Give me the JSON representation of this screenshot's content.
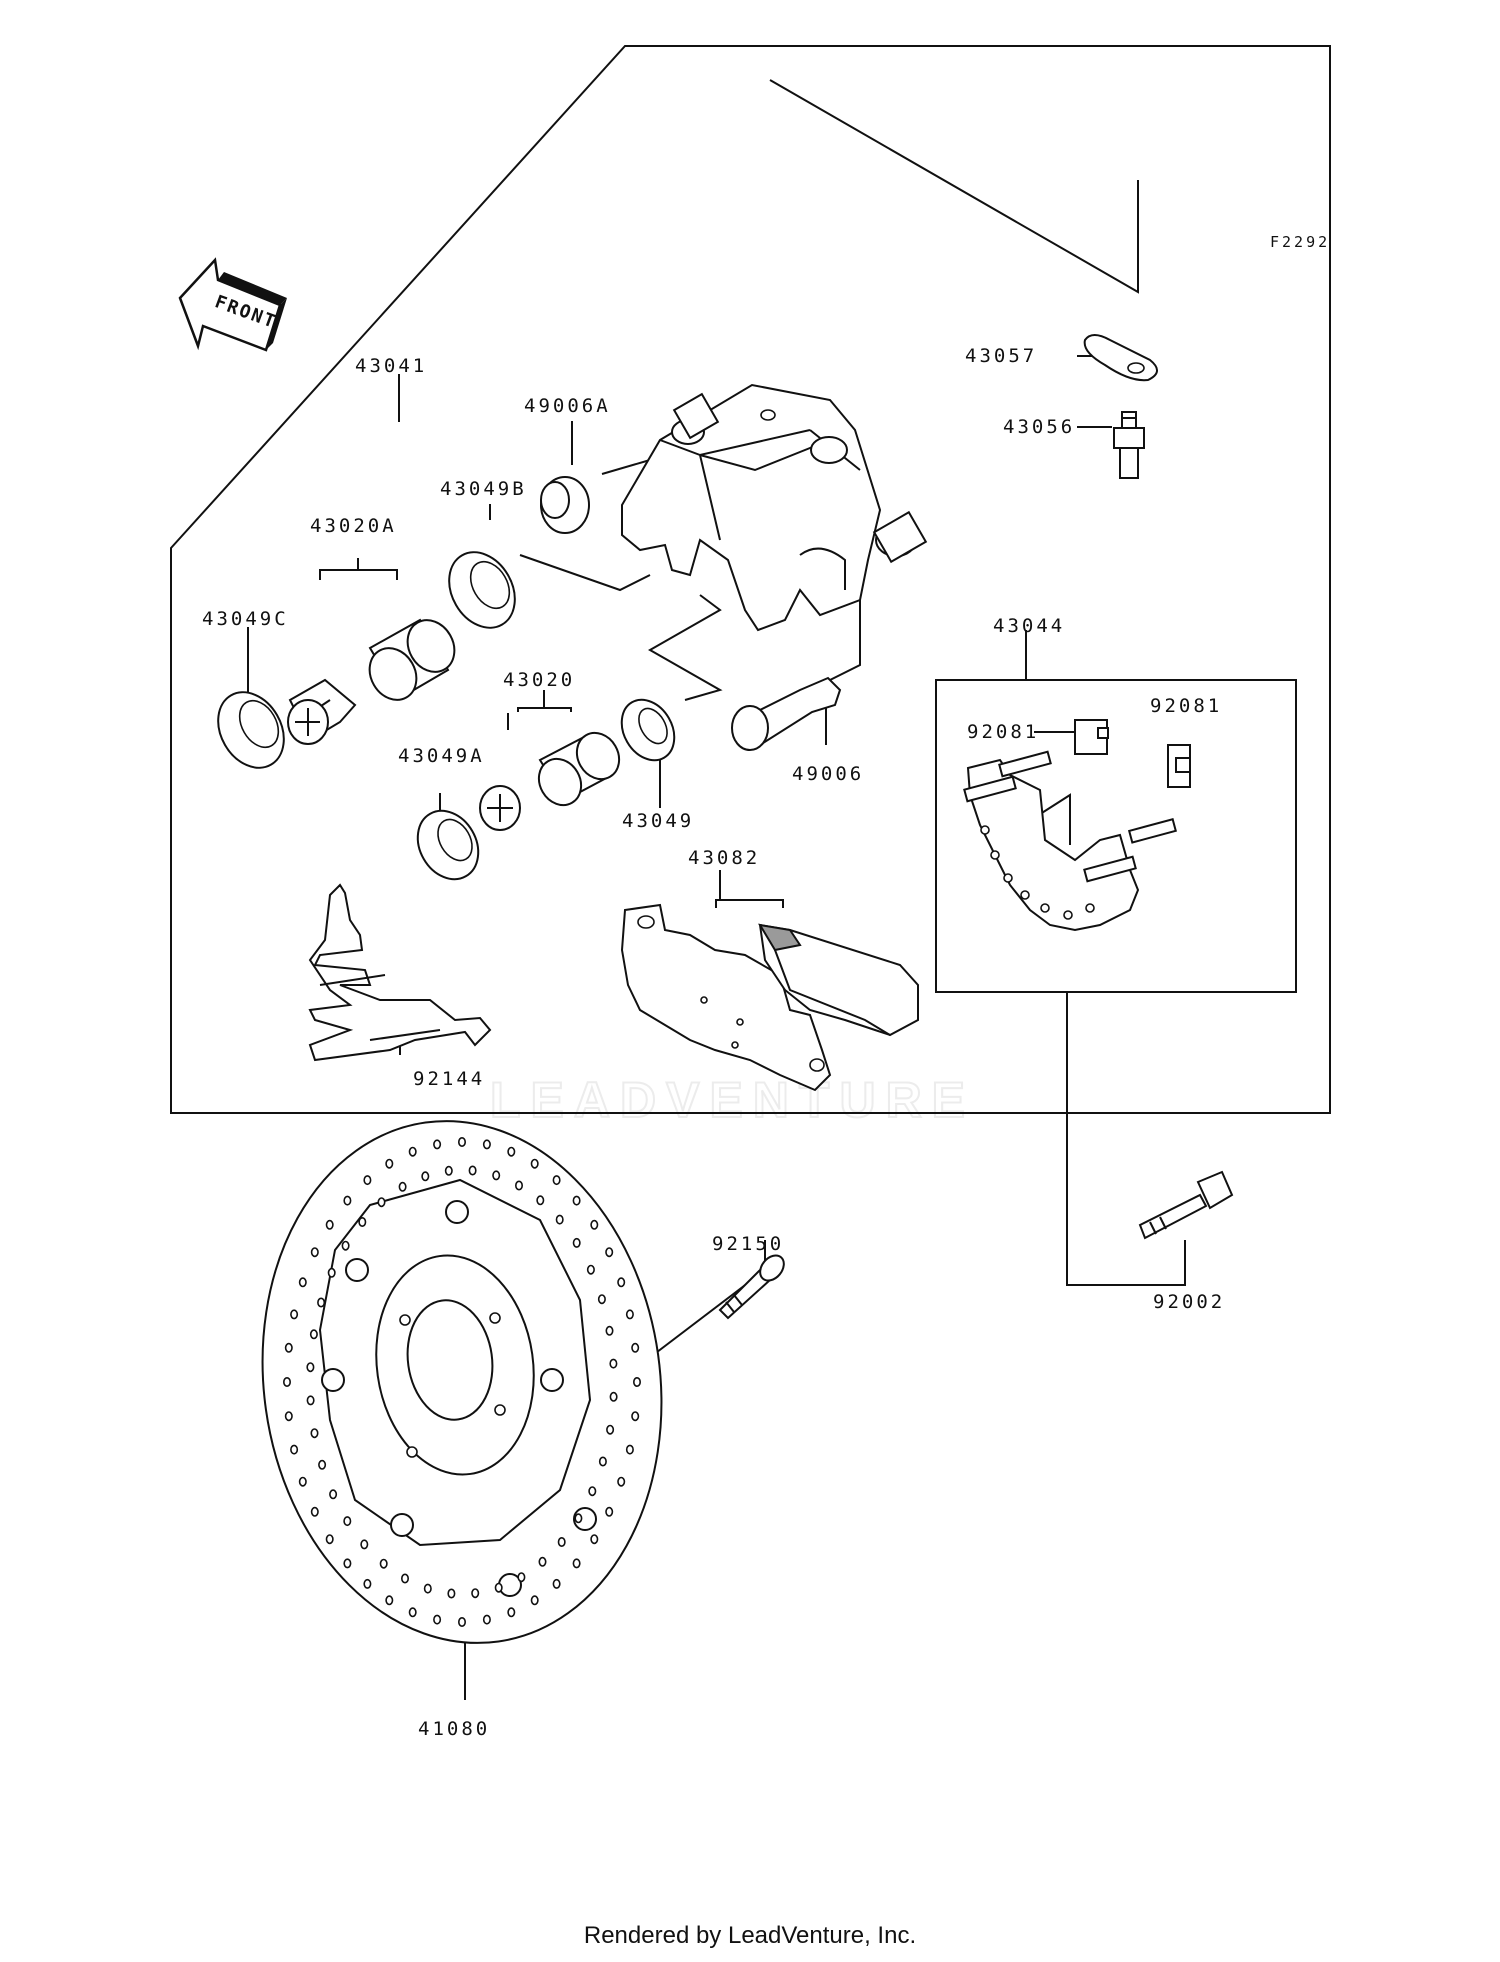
{
  "diagram": {
    "ref_code": "F2292",
    "direction_label": "FRONT",
    "watermark": "LEADVENTURE",
    "parts": {
      "p43041": "43041",
      "p49006A": "49006A",
      "p43049B": "43049B",
      "p43020A": "43020A",
      "p43049C": "43049C",
      "p43020": "43020",
      "p43049A": "43049A",
      "p43049": "43049",
      "p49006": "49006",
      "p43057": "43057",
      "p43056": "43056",
      "p43044": "43044",
      "p92081a": "92081",
      "p92081b": "92081",
      "p43082": "43082",
      "p92144": "92144",
      "p92150": "92150",
      "p92002": "92002",
      "p41080": "41080"
    }
  },
  "footer": "Rendered by LeadVenture, Inc."
}
